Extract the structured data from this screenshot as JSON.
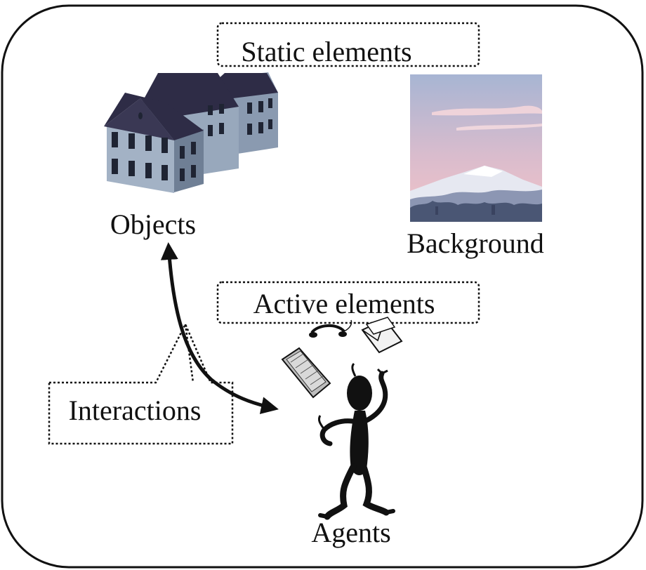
{
  "labels": {
    "static_elements": "Static elements",
    "objects": "Objects",
    "background": "Background",
    "active_elements": "Active elements",
    "interactions": "Interactions",
    "agents": "Agents"
  },
  "colors": {
    "frame": "#111111",
    "roof": "#2e2c46",
    "wall": "#98a8bc",
    "wall_shade": "#6f7f95",
    "sky_top": "#a7b5d3",
    "sky_bottom": "#f4c3c7",
    "mountain": "#e6e8f1",
    "foreground": "#4a5674"
  },
  "icons": [
    "building-icon",
    "landscape-icon",
    "juggler-agent-icon",
    "telephone-icon",
    "envelope-icon",
    "keyboard-icon"
  ]
}
